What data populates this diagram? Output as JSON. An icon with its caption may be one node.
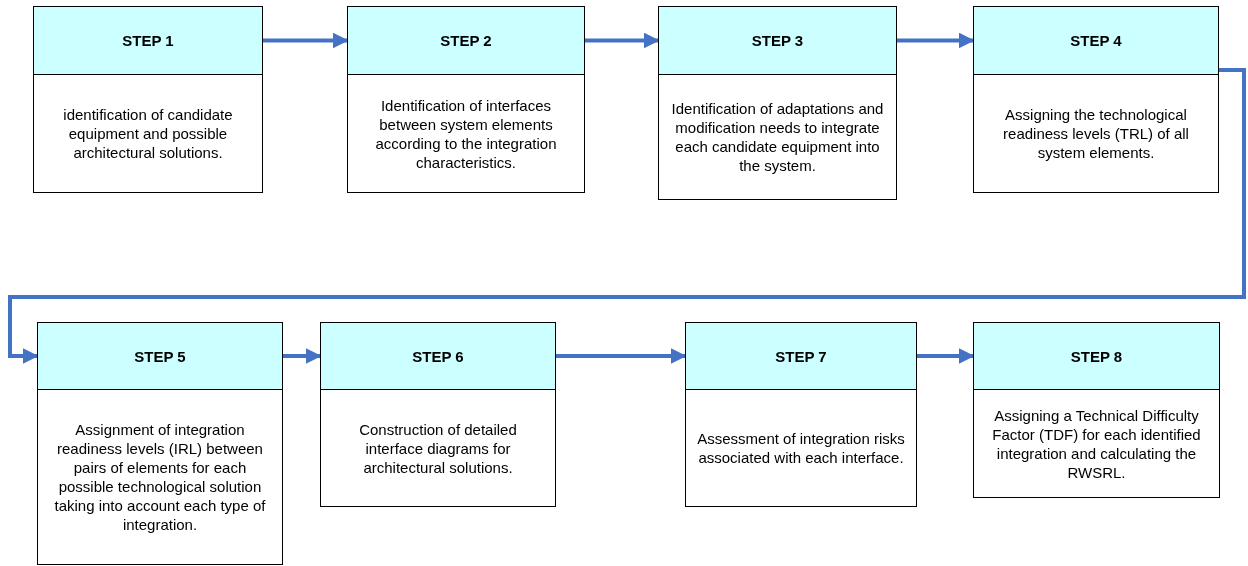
{
  "diagram": {
    "nodes": [
      {
        "text": [
          "STEP 1",
          "identification of candidate equipment and possible architectural solutions."
        ]
      },
      {
        "text": [
          "STEP 2",
          "Identification of interfaces between system elements according to the integration characteristics."
        ]
      },
      {
        "text": [
          "STEP 3",
          "Identification of adaptations and modification needs to integrate each candidate equipment into the system."
        ]
      },
      {
        "text": [
          "STEP 4",
          "Assigning the technological readiness levels (TRL) of all system elements."
        ]
      },
      {
        "text": [
          "STEP 5",
          "Assignment of integration readiness levels (IRL) between pairs of elements for each possible technological solution taking into account each type of integration."
        ]
      },
      {
        "text": [
          "STEP 6",
          "Construction of detailed interface diagrams for architectural solutions."
        ]
      },
      {
        "text": [
          "STEP 7",
          "Assessment of integration risks associated with each interface."
        ]
      },
      {
        "text": [
          "STEP 8",
          "Assigning a Technical Difficulty Factor (TDF) for each identified integration and calculating the RWSRL."
        ]
      }
    ],
    "edges": [
      {
        "from": 0,
        "to": 1,
        "arrow": "to"
      },
      {
        "from": 1,
        "to": 2,
        "arrow": "to"
      },
      {
        "from": 2,
        "to": 3,
        "arrow": "to"
      },
      {
        "from": 3,
        "to": 4,
        "arrow": "to"
      },
      {
        "from": 4,
        "to": 5,
        "arrow": "to"
      },
      {
        "from": 5,
        "to": 6,
        "arrow": "to"
      },
      {
        "from": 6,
        "to": 7,
        "arrow": "to"
      }
    ]
  }
}
